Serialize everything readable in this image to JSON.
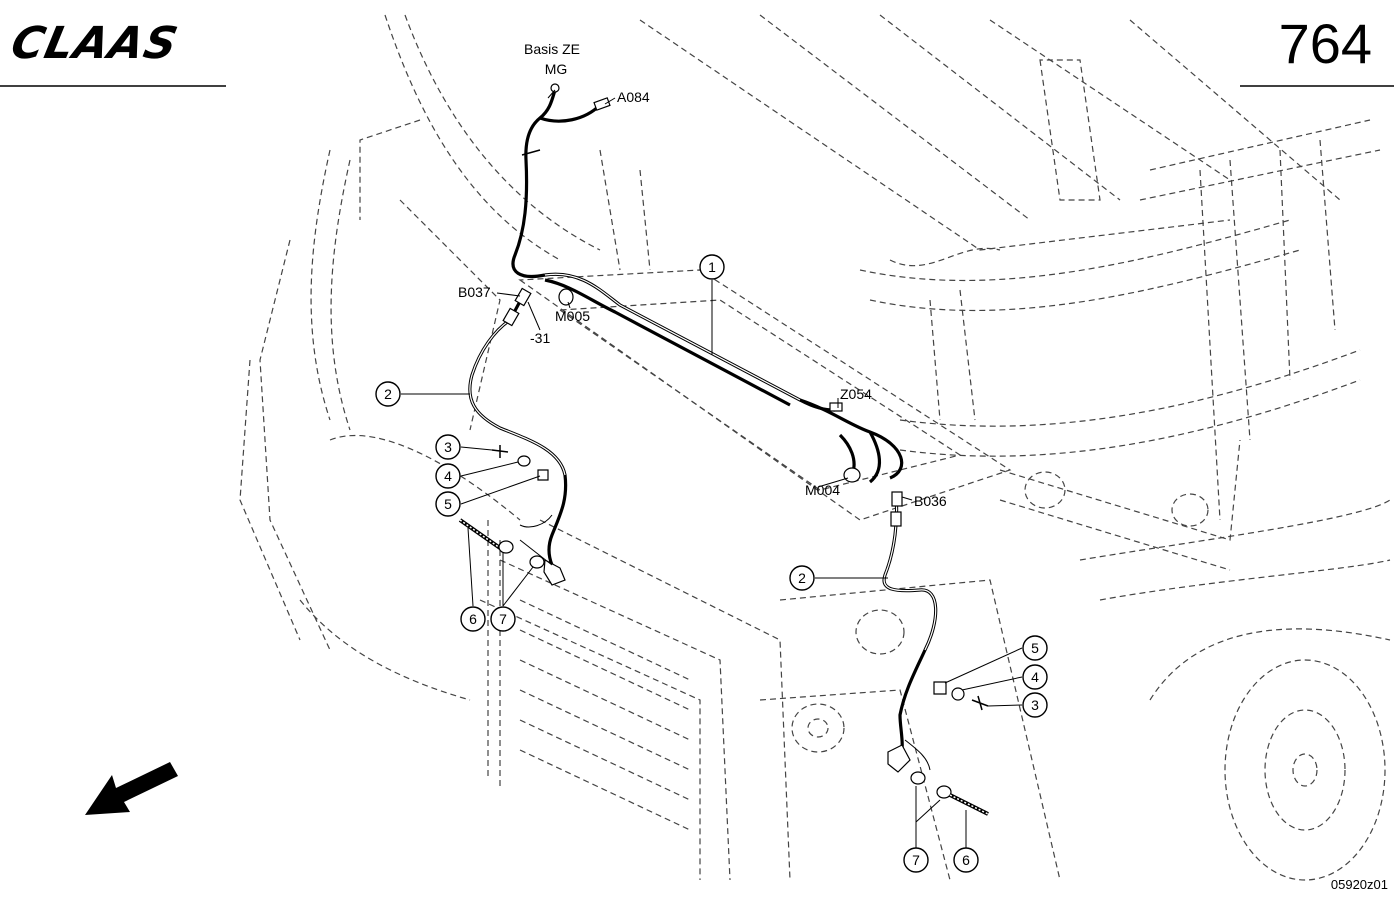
{
  "header": {
    "logo_text": "CLAAS",
    "page_number": "764"
  },
  "footer": {
    "drawing_id": "05920z01"
  },
  "labels": {
    "basis_ze": "Basis ZE",
    "mg": "MG",
    "a084": "A084",
    "b037": "B037",
    "m005": "M005",
    "minus31": "-31",
    "z054": "Z054",
    "m004": "M004",
    "b036": "B036"
  },
  "callouts": {
    "c1": "1",
    "c2_left": "2",
    "c2_right": "2",
    "c3_left": "3",
    "c4_left": "4",
    "c5_left": "5",
    "c6_left": "6",
    "c7_left": "7",
    "c5_right": "5",
    "c4_right": "4",
    "c3_right": "3",
    "c7_right": "7",
    "c6_right": "6"
  },
  "icons": {
    "direction": "arrow-down-left-icon"
  }
}
